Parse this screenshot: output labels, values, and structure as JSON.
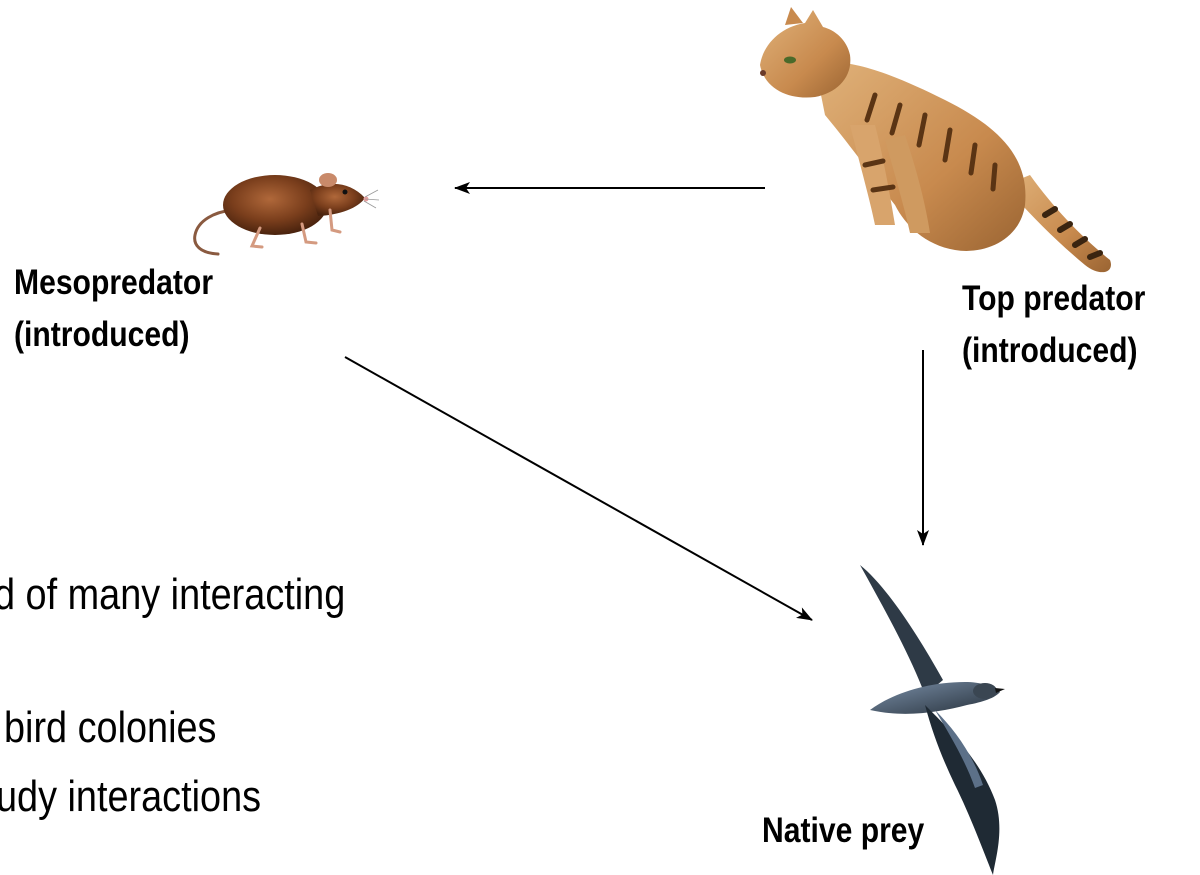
{
  "nodes": {
    "mesopredator": {
      "line1": "Mesopredator",
      "line2": "(introduced)",
      "picture": "rat"
    },
    "top_predator": {
      "line1": "Top predator",
      "line2": "(introduced)",
      "picture": "cat"
    },
    "native_prey": {
      "label": "Native prey",
      "picture": "seabird"
    }
  },
  "edges": [
    {
      "from": "top_predator",
      "to": "mesopredator"
    },
    {
      "from": "top_predator",
      "to": "native_prey"
    },
    {
      "from": "mesopredator",
      "to": "native_prey"
    }
  ],
  "body_text": {
    "line1": "d of many interacting",
    "line2": "bird colonies",
    "line3": "udy interactions"
  }
}
